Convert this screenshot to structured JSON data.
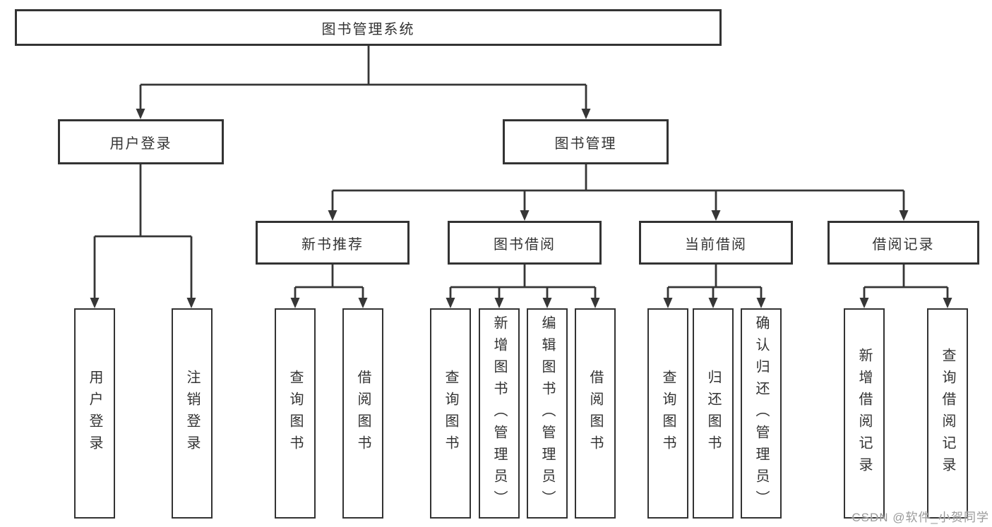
{
  "diagram": {
    "type": "hierarchy-tree",
    "root": {
      "label": "图书管理系统",
      "children": [
        {
          "label": "用户登录",
          "children": [
            {
              "label": "用户登录"
            },
            {
              "label": "注销登录"
            }
          ]
        },
        {
          "label": "图书管理",
          "children": [
            {
              "label": "新书推荐",
              "children": [
                {
                  "label": "查询图书"
                },
                {
                  "label": "借阅图书"
                }
              ]
            },
            {
              "label": "图书借阅",
              "children": [
                {
                  "label": "查询图书"
                },
                {
                  "label": "新增图书（管理员）"
                },
                {
                  "label": "编辑图书（管理员）"
                },
                {
                  "label": "借阅图书"
                }
              ]
            },
            {
              "label": "当前借阅",
              "children": [
                {
                  "label": "查询图书"
                },
                {
                  "label": "归还图书"
                },
                {
                  "label": "确认归还（管理员）"
                }
              ]
            },
            {
              "label": "借阅记录",
              "children": [
                {
                  "label": "新增借阅记录"
                },
                {
                  "label": "查询借阅记录"
                }
              ]
            }
          ]
        }
      ]
    }
  },
  "watermark": {
    "text": "CSDN @软件_小贺同学"
  },
  "colors": {
    "line": "#363636",
    "box_border": "#333333",
    "text": "#333333",
    "watermark": "#9a9a9a",
    "background": "#ffffff"
  }
}
